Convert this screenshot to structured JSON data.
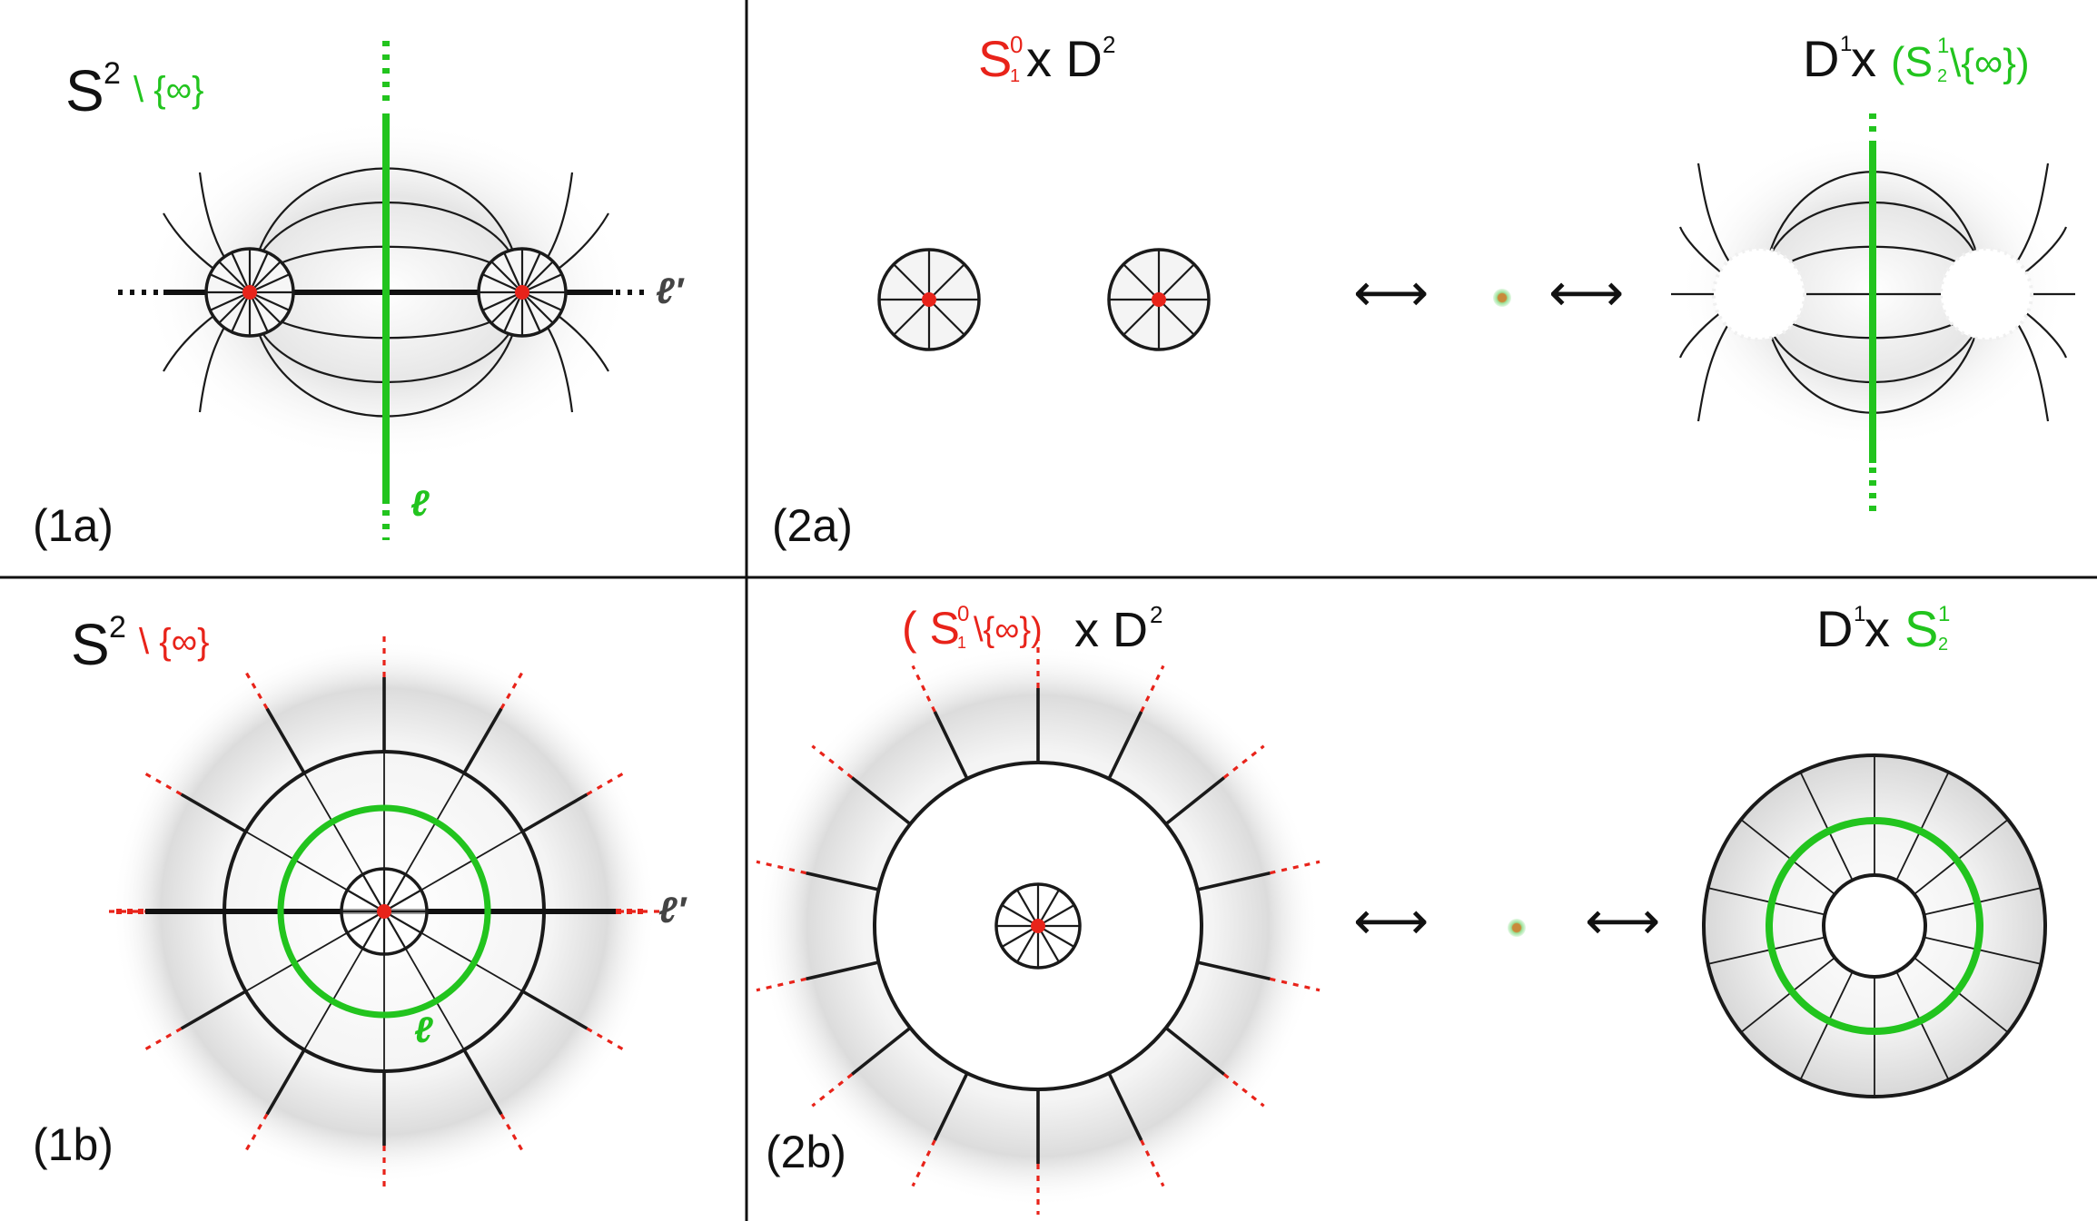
{
  "colors": {
    "green": "#22c41e",
    "red": "#e8231a",
    "ink": "#111111",
    "shade": "#cfcfcf",
    "background": "#ffffff"
  },
  "panels": {
    "p1a": {
      "label": "(1a)",
      "space_main": "S",
      "space_exp": "2",
      "removed": "\\ {∞}",
      "line_l": "ℓ",
      "line_lprime": "ℓ′"
    },
    "p2a": {
      "label": "(2a)",
      "left_base": "S",
      "left_sup": "0",
      "left_sub": "1",
      "left_times": "x D",
      "left_exp": "2",
      "right_base": "D",
      "right_exp": "1",
      "right_times": "x",
      "right_green": "(S",
      "right_green_sup": "1",
      "right_green_sub": "2",
      "right_green_rest": "\\{∞})",
      "arrow_left": "⟷",
      "arrow_right": "⟷"
    },
    "p1b": {
      "label": "(1b)",
      "space_main": "S",
      "space_exp": "2",
      "removed": "\\ {∞}",
      "line_l": "ℓ",
      "line_lprime": "ℓ′"
    },
    "p2b": {
      "label": "(2b)",
      "left_open": "( S",
      "left_sup": "0",
      "left_sub": "1",
      "left_rest": "\\{∞})",
      "left_times": "x D",
      "left_exp": "2",
      "right_base": "D",
      "right_exp": "1",
      "right_times": "x",
      "right_green": "S",
      "right_green_sup": "1",
      "right_green_sub": "2",
      "arrow_left": "⟷",
      "arrow_right": "⟷"
    }
  }
}
